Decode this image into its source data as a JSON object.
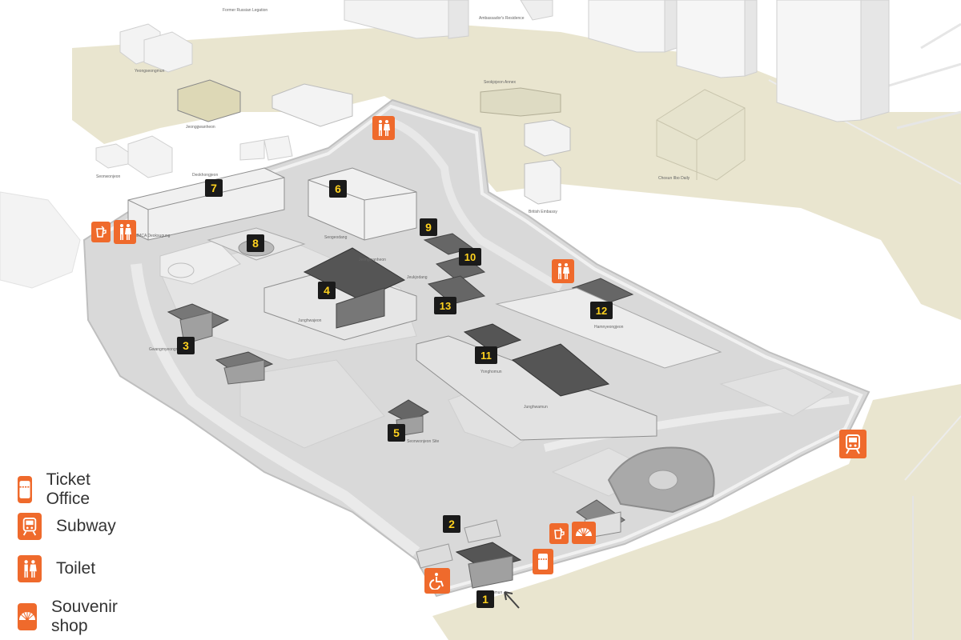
{
  "map": {
    "markers": [
      "1",
      "2",
      "3",
      "4",
      "5",
      "6",
      "7",
      "8",
      "9",
      "10",
      "11",
      "12",
      "13"
    ],
    "place_labels": {
      "former_russian_legation": "Former Russian Legation",
      "ambassador_residence": "Ambassador's Residence",
      "yeongseongmun": "Yeongseongmun",
      "seokjojeon_west": "Jeonggwanheon",
      "seokjojeon_annex": "Seokjojeon Annex",
      "daehanmun": "Daehanmun",
      "embassy": "British Embassy",
      "chosun_ilbo": "Chosun Ilbo Daily",
      "sunchang": "Seonwonjeon",
      "mmca": "MMCA Deoksugung",
      "deokhongjeon": "Deokhongjeon",
      "seogeodang": "Seogeodang",
      "sejong_hall": "Junghwajeon",
      "gwangmyeongmun": "Gwangmyeongmun",
      "jeongmunmun": "Jeongwanheon",
      "hamnyeongjeon": "Hamnyeongjeon",
      "jeukjodang": "Jeukjodang",
      "junghwamun": "Junghwamun",
      "yonghomun": "Yonghomun",
      "seonwonjeon": "Seonwonjeon Site"
    }
  },
  "legend": {
    "items": [
      {
        "icon": "ticket-office-icon",
        "label": "Ticket Office"
      },
      {
        "icon": "subway-icon",
        "label": "Subway"
      },
      {
        "icon": "toilet-icon",
        "label": "Toilet"
      },
      {
        "icon": "souvenir-shop-icon",
        "label": "Souvenir shop"
      }
    ]
  },
  "colors": {
    "accent": "#ef6a2c",
    "marker_bg": "#1a1a1a",
    "marker_text": "#ffd21f",
    "ground": "#dcdcdc",
    "outside_tan": "#e9e5cf",
    "path": "#cfcfcf"
  }
}
